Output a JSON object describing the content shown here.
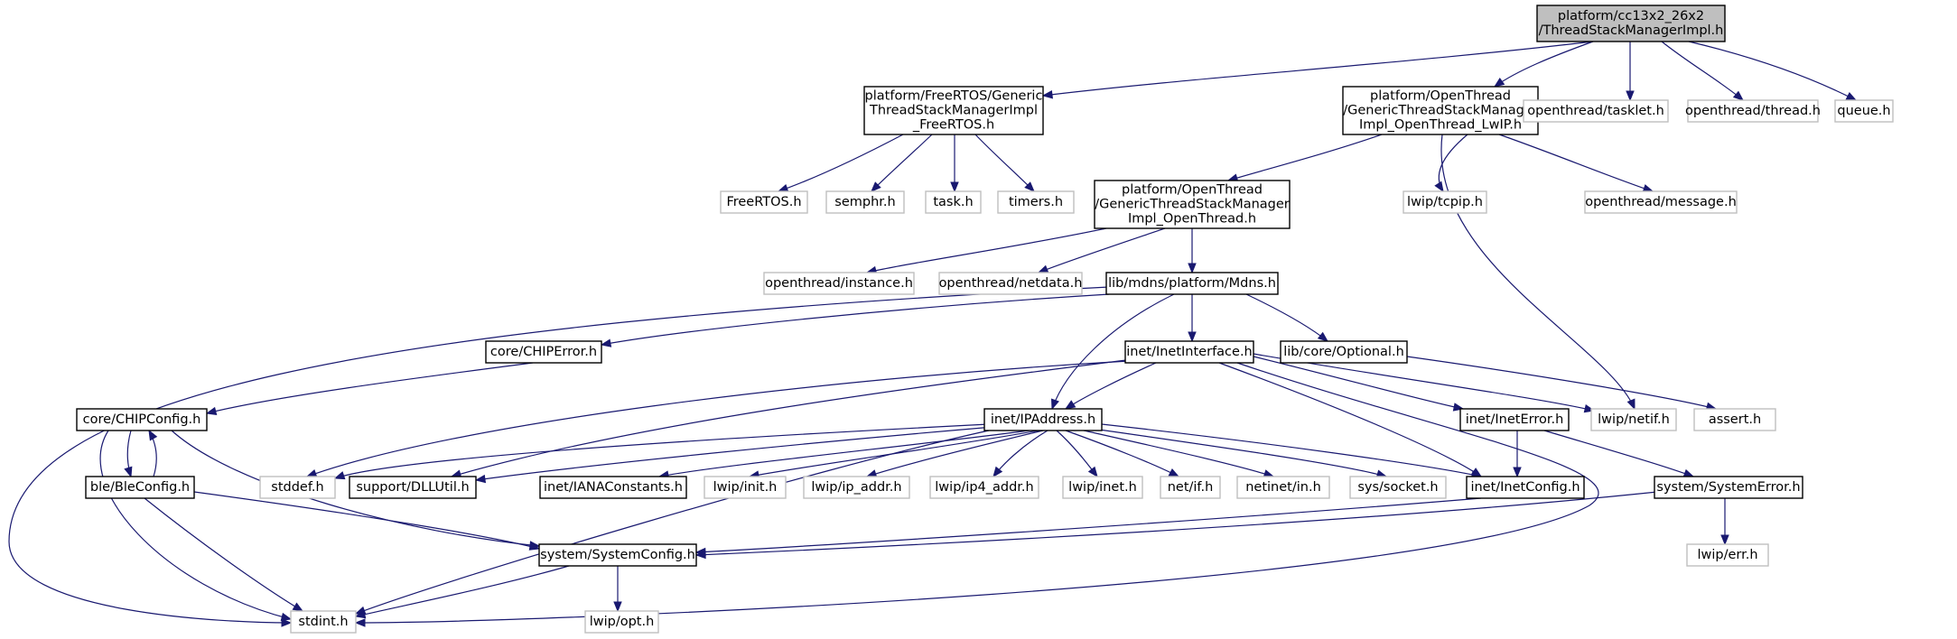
{
  "colors": {
    "edge": "#191970",
    "root_fill": "#bfbfbf",
    "doc_border": "#000000",
    "external_border": "#bfbfbf",
    "external_text": "#7f7f7f",
    "background": "#ffffff"
  },
  "nodes": {
    "root": [
      "platform/cc13x2_26x2",
      "/ThreadStackManagerImpl.h"
    ],
    "freertos_impl": [
      "platform/FreeRTOS/Generic",
      "ThreadStackManagerImpl",
      "_FreeRTOS.h"
    ],
    "ot_lwip_impl": [
      "platform/OpenThread",
      "/GenericThreadStackManager",
      "Impl_OpenThread_LwIP.h"
    ],
    "tasklet": [
      "openthread/tasklet.h"
    ],
    "thread": [
      "openthread/thread.h"
    ],
    "queue": [
      "queue.h"
    ],
    "freertos_h": [
      "FreeRTOS.h"
    ],
    "semphr": [
      "semphr.h"
    ],
    "task": [
      "task.h"
    ],
    "timers": [
      "timers.h"
    ],
    "ot_impl": [
      "platform/OpenThread",
      "/GenericThreadStackManager",
      "Impl_OpenThread.h"
    ],
    "tcpip": [
      "lwip/tcpip.h"
    ],
    "message": [
      "openthread/message.h"
    ],
    "instance": [
      "openthread/instance.h"
    ],
    "netdata": [
      "openthread/netdata.h"
    ],
    "mdns": [
      "lib/mdns/platform/Mdns.h"
    ],
    "chiperror": [
      "core/CHIPError.h"
    ],
    "inetinterface": [
      "inet/InetInterface.h"
    ],
    "optional": [
      "lib/core/Optional.h"
    ],
    "chipconfig": [
      "core/CHIPConfig.h"
    ],
    "ipaddress": [
      "inet/IPAddress.h"
    ],
    "ineterror": [
      "inet/InetError.h"
    ],
    "netif": [
      "lwip/netif.h"
    ],
    "assert": [
      "assert.h"
    ],
    "bleconfig": [
      "ble/BleConfig.h"
    ],
    "stddef": [
      "stddef.h"
    ],
    "dllutil": [
      "support/DLLUtil.h"
    ],
    "iana": [
      "inet/IANAConstants.h"
    ],
    "lwipinit": [
      "lwip/init.h"
    ],
    "ipaddr": [
      "lwip/ip_addr.h"
    ],
    "ip4addr": [
      "lwip/ip4_addr.h"
    ],
    "lwipinet": [
      "lwip/inet.h"
    ],
    "netif_h": [
      "net/if.h"
    ],
    "netinet": [
      "netinet/in.h"
    ],
    "socket": [
      "sys/socket.h"
    ],
    "inetconfig": [
      "inet/InetConfig.h"
    ],
    "systemerror": [
      "system/SystemError.h"
    ],
    "systemconfig": [
      "system/SystemConfig.h"
    ],
    "err": [
      "lwip/err.h"
    ],
    "stdint": [
      "stdint.h"
    ],
    "opt": [
      "lwip/opt.h"
    ]
  }
}
